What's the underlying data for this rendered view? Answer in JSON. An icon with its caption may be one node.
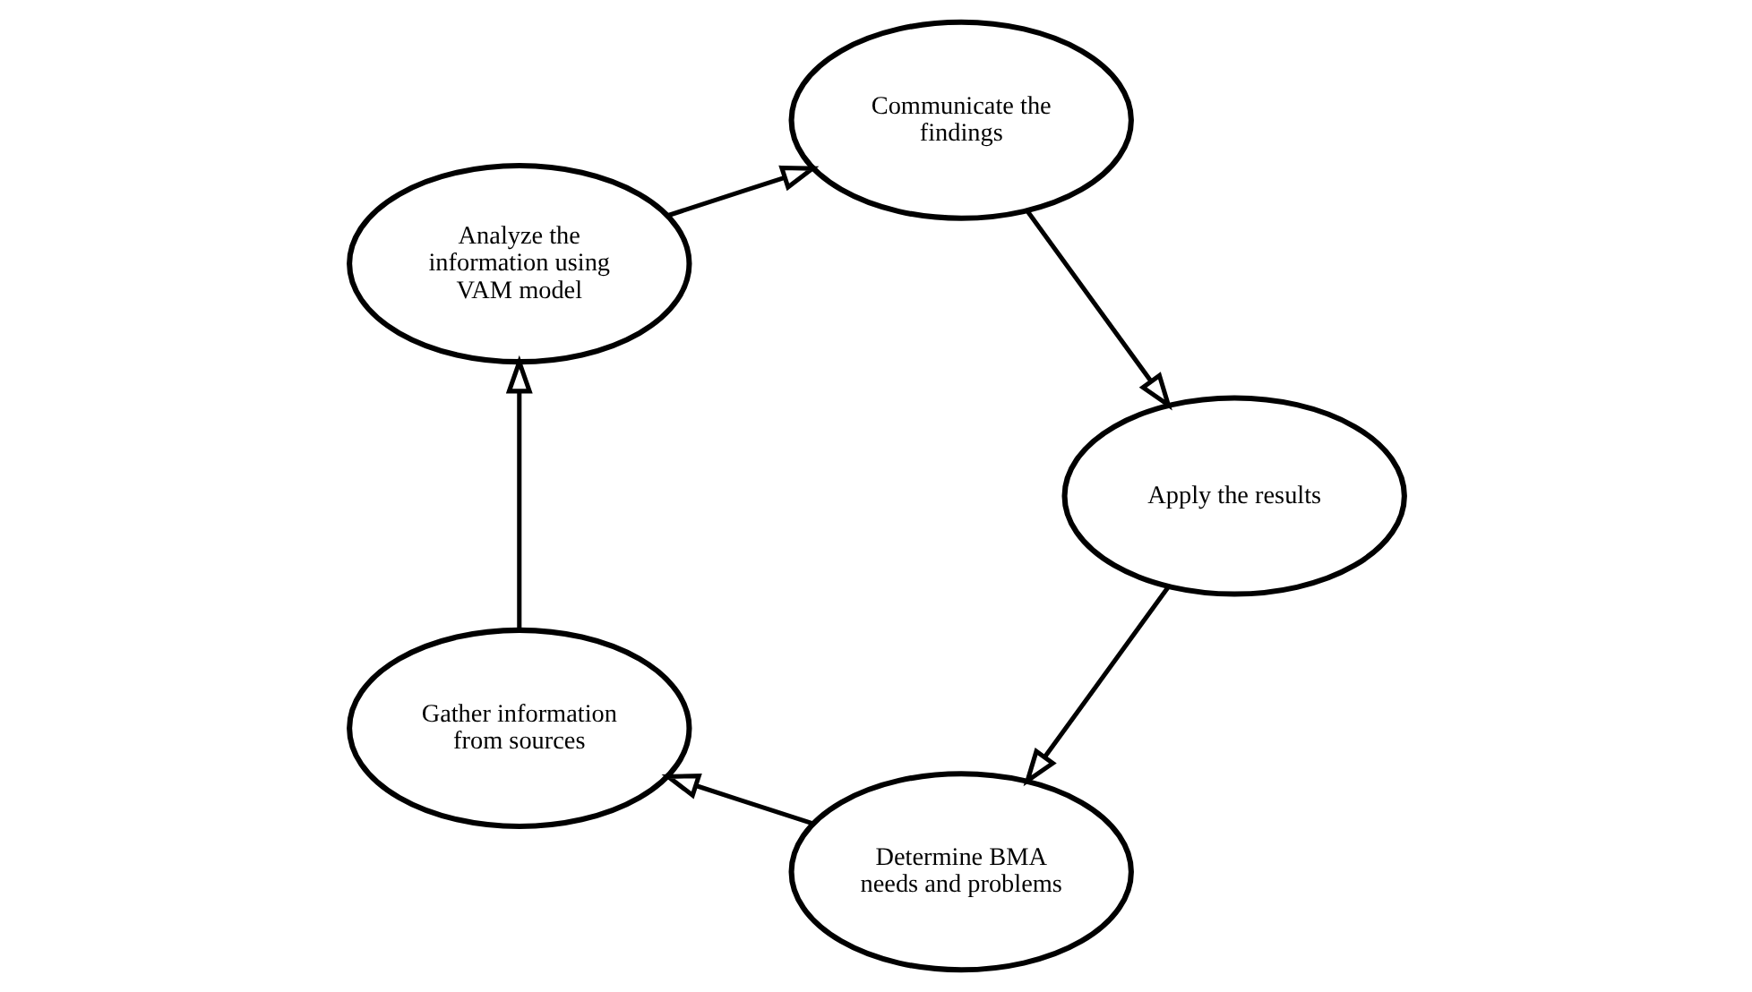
{
  "diagram": {
    "nodes": [
      {
        "text": [
          "Determine BMA needs and problems"
        ]
      },
      {
        "text": [
          "Gather information from sources"
        ]
      },
      {
        "text": [
          "Analyze the information using VAM model"
        ]
      },
      {
        "text": [
          "Communicate the findings"
        ]
      },
      {
        "text": [
          "Apply the results"
        ]
      }
    ],
    "edges": [
      {
        "from": 0,
        "to": 1,
        "arrow": "to"
      },
      {
        "from": 1,
        "to": 2,
        "arrow": "to"
      },
      {
        "from": 2,
        "to": 3,
        "arrow": "to"
      },
      {
        "from": 3,
        "to": 4,
        "arrow": "to"
      },
      {
        "from": 4,
        "to": 0,
        "arrow": "to"
      }
    ]
  }
}
